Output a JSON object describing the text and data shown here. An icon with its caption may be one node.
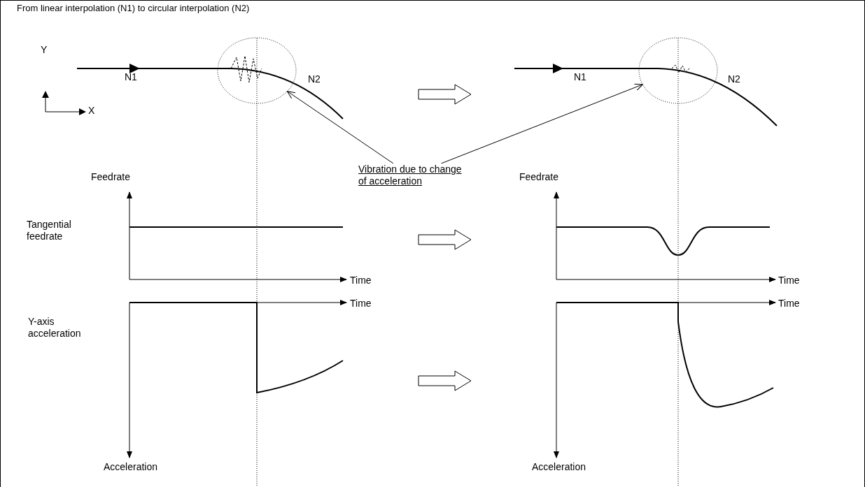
{
  "diagram": {
    "title": "From linear interpolation (N1) to circular interpolation (N2)",
    "nodes": [
      {
        "text": [
          "Vibration due to change of acceleration"
        ]
      },
      {
        "text": [],
        "shape": "circle"
      },
      {
        "text": [],
        "shape": "circle"
      }
    ],
    "edges": [
      {
        "from": 0,
        "to": 1,
        "arrow": "to"
      },
      {
        "from": 0,
        "to": 2,
        "arrow": "to"
      }
    ],
    "labels": [
      "Y",
      "N1",
      "N2",
      "X",
      "N1",
      "N2",
      "Feedrate",
      "Feedrate",
      "Tangential feedrate",
      "Time",
      "Time",
      "Time",
      "Time",
      "Y-axis acceleration",
      "Acceleration",
      "Acceleration"
    ]
  }
}
